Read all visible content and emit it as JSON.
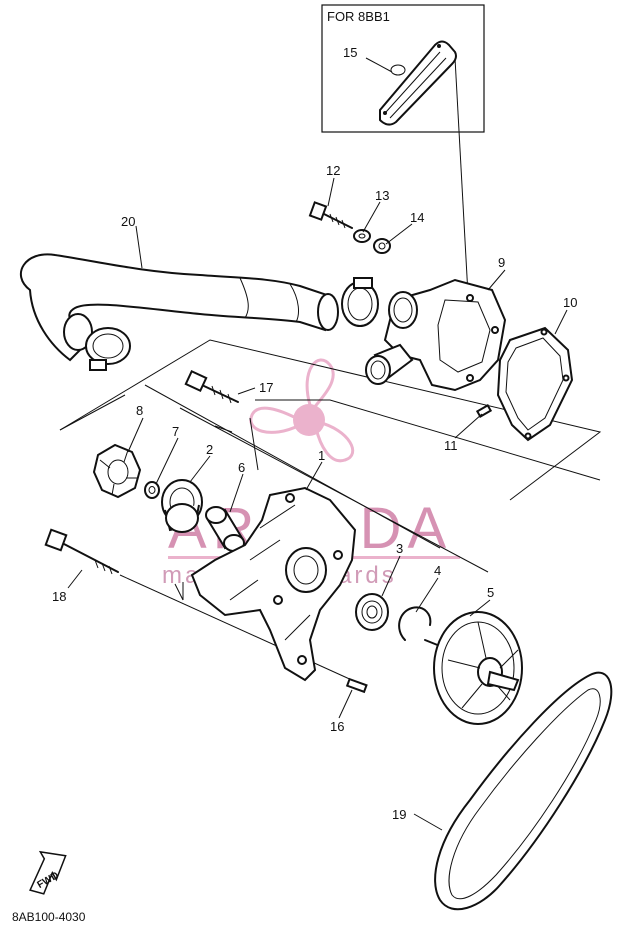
{
  "inset": {
    "title": "FOR 8BB1"
  },
  "callouts": [
    {
      "id": "1",
      "label": "1"
    },
    {
      "id": "2",
      "label": "2"
    },
    {
      "id": "3",
      "label": "3"
    },
    {
      "id": "4",
      "label": "4"
    },
    {
      "id": "5",
      "label": "5"
    },
    {
      "id": "6",
      "label": "6"
    },
    {
      "id": "7",
      "label": "7"
    },
    {
      "id": "8",
      "label": "8"
    },
    {
      "id": "9",
      "label": "9"
    },
    {
      "id": "10",
      "label": "10"
    },
    {
      "id": "11",
      "label": "11"
    },
    {
      "id": "12",
      "label": "12"
    },
    {
      "id": "13",
      "label": "13"
    },
    {
      "id": "14",
      "label": "14"
    },
    {
      "id": "15",
      "label": "15"
    },
    {
      "id": "16",
      "label": "16"
    },
    {
      "id": "17",
      "label": "17"
    },
    {
      "id": "18",
      "label": "18"
    },
    {
      "id": "19",
      "label": "19"
    },
    {
      "id": "20",
      "label": "20"
    }
  ],
  "direction_arrow": {
    "label": "FWD"
  },
  "diagram_code": "8AB100-4030",
  "watermark": {
    "brand": "ARMADA",
    "tagline": "marine outboards",
    "color": "#e8a5c4"
  }
}
